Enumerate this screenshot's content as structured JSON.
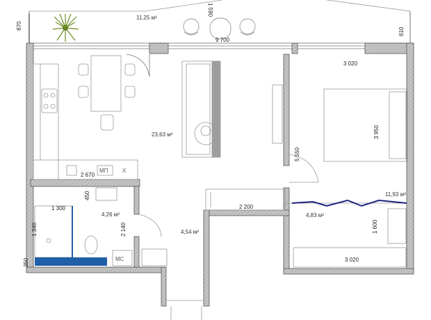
{
  "plan": {
    "areas": {
      "balcony": "11,25 м²",
      "living_kitchen": "23,63 м²",
      "bathroom": "4,26 м²",
      "hall": "4,54 м²",
      "bedroom": "11,93 м²",
      "dressing": "4,83 м²"
    },
    "dimensions": {
      "balcony_depth": "870",
      "balcony_side": "1 590",
      "total_width": "9 700",
      "right_wall": "610",
      "bedroom_width": "3 020",
      "bedroom_depth": "3 950",
      "partition_length": "5 550",
      "kitchen_width": "2 670",
      "dressing_left": "2 200",
      "dressing_depth": "1 600",
      "dressing_width": "3 020",
      "bath_width": "1 300",
      "bath_depth": "1 340",
      "bath_small": "450",
      "bath_door": "2 140",
      "bath_bottom": "350"
    },
    "symbols": {
      "appliance": "МП",
      "cross": "Х",
      "washer": "МС"
    },
    "colors": {
      "wall_fill": "#bdbdbd",
      "wall_stroke": "#555555",
      "accent_blue": "#1f5fa8",
      "navy_line": "#1a237e",
      "plant_green": "#6b8e23"
    }
  }
}
